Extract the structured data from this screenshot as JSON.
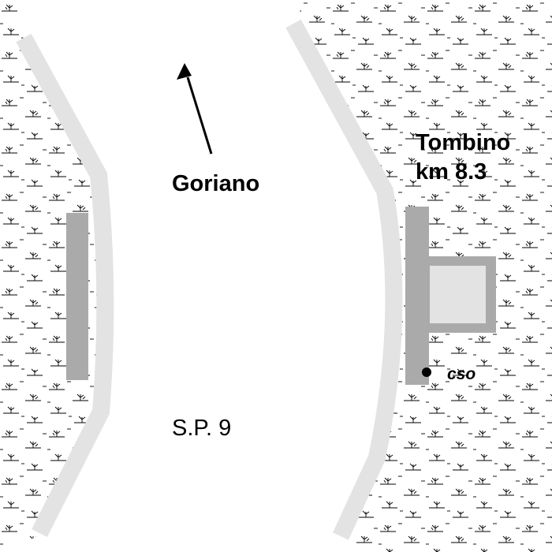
{
  "labels": {
    "direction": "Goriano",
    "road": "S.P.  9",
    "structure_line1": "Tombino",
    "structure_line2": "km  8.3",
    "point": "cso"
  },
  "colors": {
    "background": "#ffffff",
    "road_edge": "#e3e3e3",
    "structure_wall": "#aaaaaa",
    "structure_fill": "#e3e3e3",
    "vegetation": "#000000",
    "ink": "#000000"
  },
  "icons": {
    "direction_arrow": "arrow-up-icon",
    "survey_point": "dot-marker-icon",
    "vegetation": "marsh-grass-symbol"
  }
}
